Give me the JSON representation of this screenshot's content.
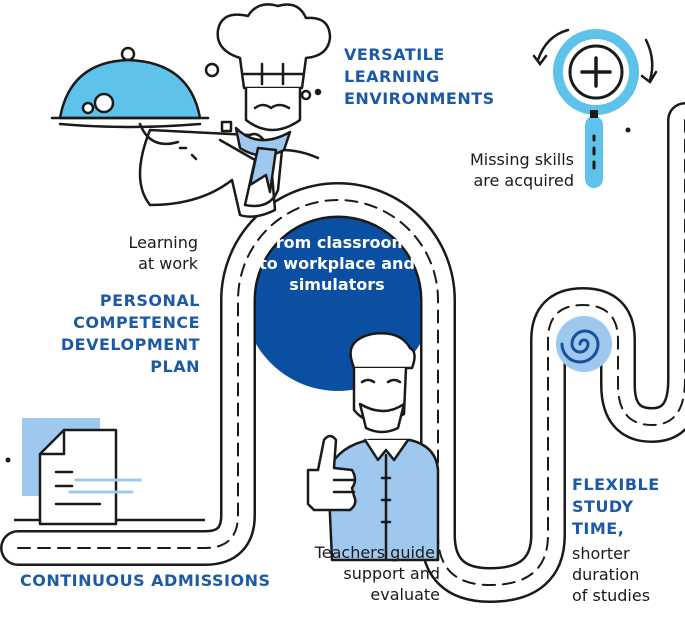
{
  "labels": {
    "versatile": [
      "VERSATILE",
      "LEARNING",
      "ENVIRONMENTS"
    ],
    "missing_skills": [
      "Missing skills",
      "are acquired"
    ],
    "learning_at_work": [
      "Learning",
      "at work"
    ],
    "personal": [
      "PERSONAL",
      "COMPETENCE",
      "DEVELOPMENT",
      "PLAN"
    ],
    "center": [
      "From classroom",
      "to workplace and",
      "simulators"
    ],
    "teachers": [
      "Teachers guide,",
      "support and",
      "evaluate"
    ],
    "continuous": "CONTINUOUS ADMISSIONS",
    "flexible": [
      "FLEXIBLE",
      "STUDY",
      "TIME,"
    ],
    "shorter": [
      "shorter",
      "duration",
      "of studies"
    ]
  },
  "colors": {
    "heading_blue": "#1d5aa6",
    "circle_blue": "#0b4fa3",
    "light_blue": "#9fc8ef",
    "cyan": "#5fc2ea",
    "line": "#1a1a1a"
  },
  "icons": [
    "chef-icon",
    "cloche-icon",
    "magnifier-plus-icon",
    "document-icon",
    "teacher-thumbs-up-icon",
    "spiral-icon"
  ]
}
